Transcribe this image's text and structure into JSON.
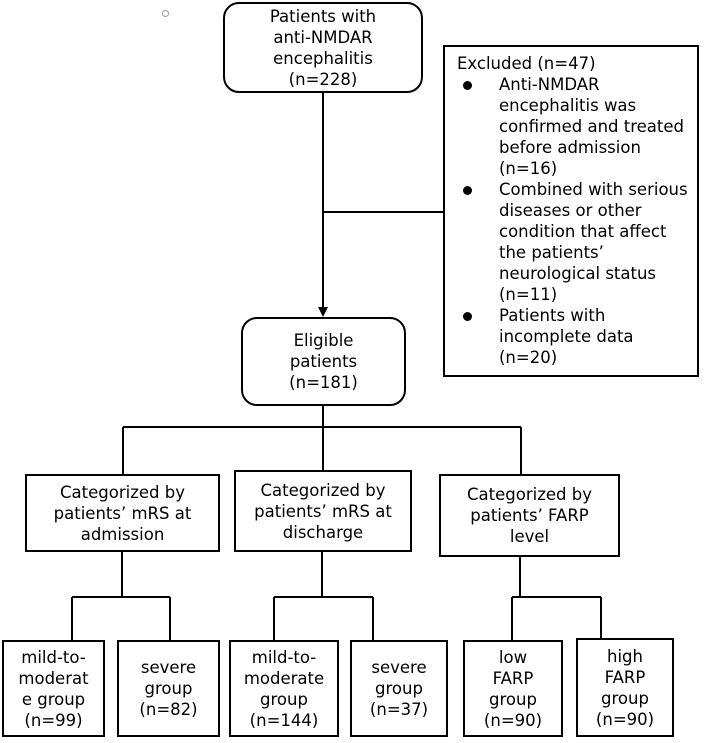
{
  "top": {
    "lines": [
      "Patients with",
      "anti-NMDAR",
      "encephalitis",
      "(n=228)"
    ]
  },
  "excluded": {
    "title": "Excluded (n=47)",
    "items": [
      "Anti-NMDAR encephalitis was confirmed and treated before admission (n=16)",
      "Combined with serious diseases or other condition that affect the patients’ neurological status (n=11)",
      "Patients with incomplete data (n=20)"
    ]
  },
  "eligible": {
    "lines": [
      "Eligible",
      "patients",
      "(n=181)"
    ]
  },
  "categories": [
    {
      "lines": [
        "Categorized by",
        "patients’ mRS at",
        "admission"
      ]
    },
    {
      "lines": [
        "Categorized by",
        "patients’ mRS at",
        "discharge"
      ]
    },
    {
      "lines": [
        "Categorized by",
        "patients’ FARP",
        "level"
      ]
    }
  ],
  "groups": [
    {
      "lines": [
        "mild-to-",
        "moderat",
        "e group",
        "(n=99)"
      ]
    },
    {
      "lines": [
        "severe",
        "group",
        "(n=82)"
      ]
    },
    {
      "lines": [
        "mild-to-",
        "moderate",
        "group",
        "(n=144)"
      ]
    },
    {
      "lines": [
        "severe",
        "group",
        "(n=37)"
      ]
    },
    {
      "lines": [
        "low",
        "FARP",
        "group",
        "(n=90)"
      ]
    },
    {
      "lines": [
        "high",
        "FARP",
        "group",
        "(n=90)"
      ]
    }
  ]
}
